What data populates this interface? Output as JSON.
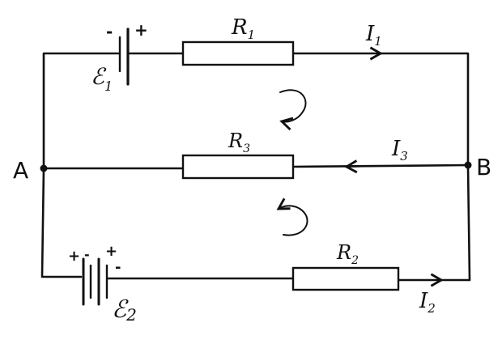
{
  "diagram": {
    "nodes": {
      "a": "A",
      "b": "B"
    },
    "resistors": {
      "r1": "R",
      "r1_sub": "1",
      "r2": "R",
      "r2_sub": "2",
      "r3": "R",
      "r3_sub": "3"
    },
    "currents": {
      "i1": "I",
      "i1_sub": "1",
      "i2": "I",
      "i2_sub": "2",
      "i3": "I",
      "i3_sub": "3"
    },
    "sources": {
      "e1": "ℰ",
      "e1_sub": "1",
      "e2": "ℰ",
      "e2_sub": "2"
    },
    "signs": {
      "e1_minus": "-",
      "e1_plus": "+",
      "e2_plus_left": "+",
      "e2_minus_left": "-",
      "e2_plus_right": "+",
      "e2_minus_right": "-"
    }
  }
}
